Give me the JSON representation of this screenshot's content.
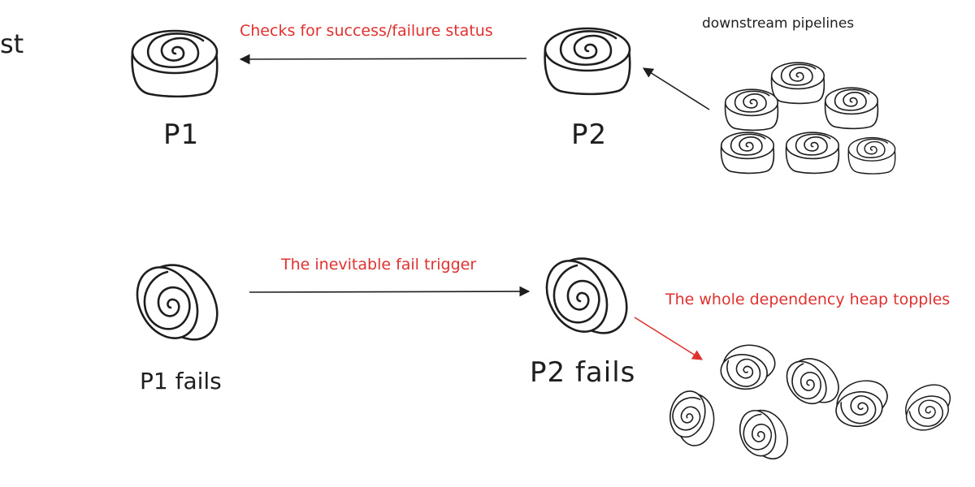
{
  "diagram": {
    "cut_off_text": "st",
    "top_row": {
      "p1_label": "P1",
      "p2_label": "P2",
      "status_check_label": "Checks for success/failure status",
      "downstream_label": "downstream pipelines"
    },
    "bottom_row": {
      "p1_fail_label": "P1 fails",
      "p2_fail_label": "P2 fails",
      "trigger_label": "The inevitable fail trigger",
      "topple_label": "The whole dependency heap topples"
    },
    "colors": {
      "ink": "#1e1e1e",
      "accent_red": "#e03131",
      "background": "#ffffff"
    }
  }
}
